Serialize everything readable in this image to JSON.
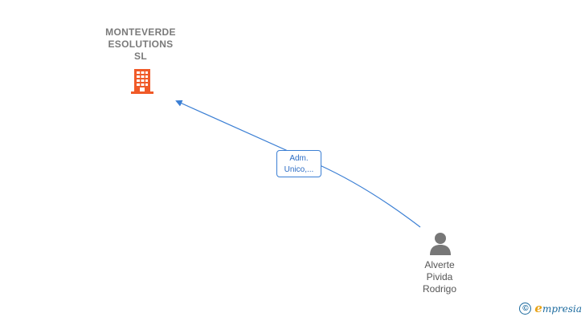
{
  "company": {
    "name_lines": [
      "MONTEVERDE",
      "ESOLUTIONS",
      "SL"
    ],
    "icon": "building-icon",
    "color": "#f05a28"
  },
  "relation": {
    "label_lines": [
      "Adm.",
      "Unico,..."
    ],
    "color": "#3b7fd4"
  },
  "person": {
    "name_lines": [
      "Alverte",
      "Pivida",
      "Rodrigo"
    ],
    "icon": "person-icon",
    "color": "#777777"
  },
  "watermark": {
    "symbol": "©",
    "brand_initial": "e",
    "brand_rest": "mpresia"
  }
}
